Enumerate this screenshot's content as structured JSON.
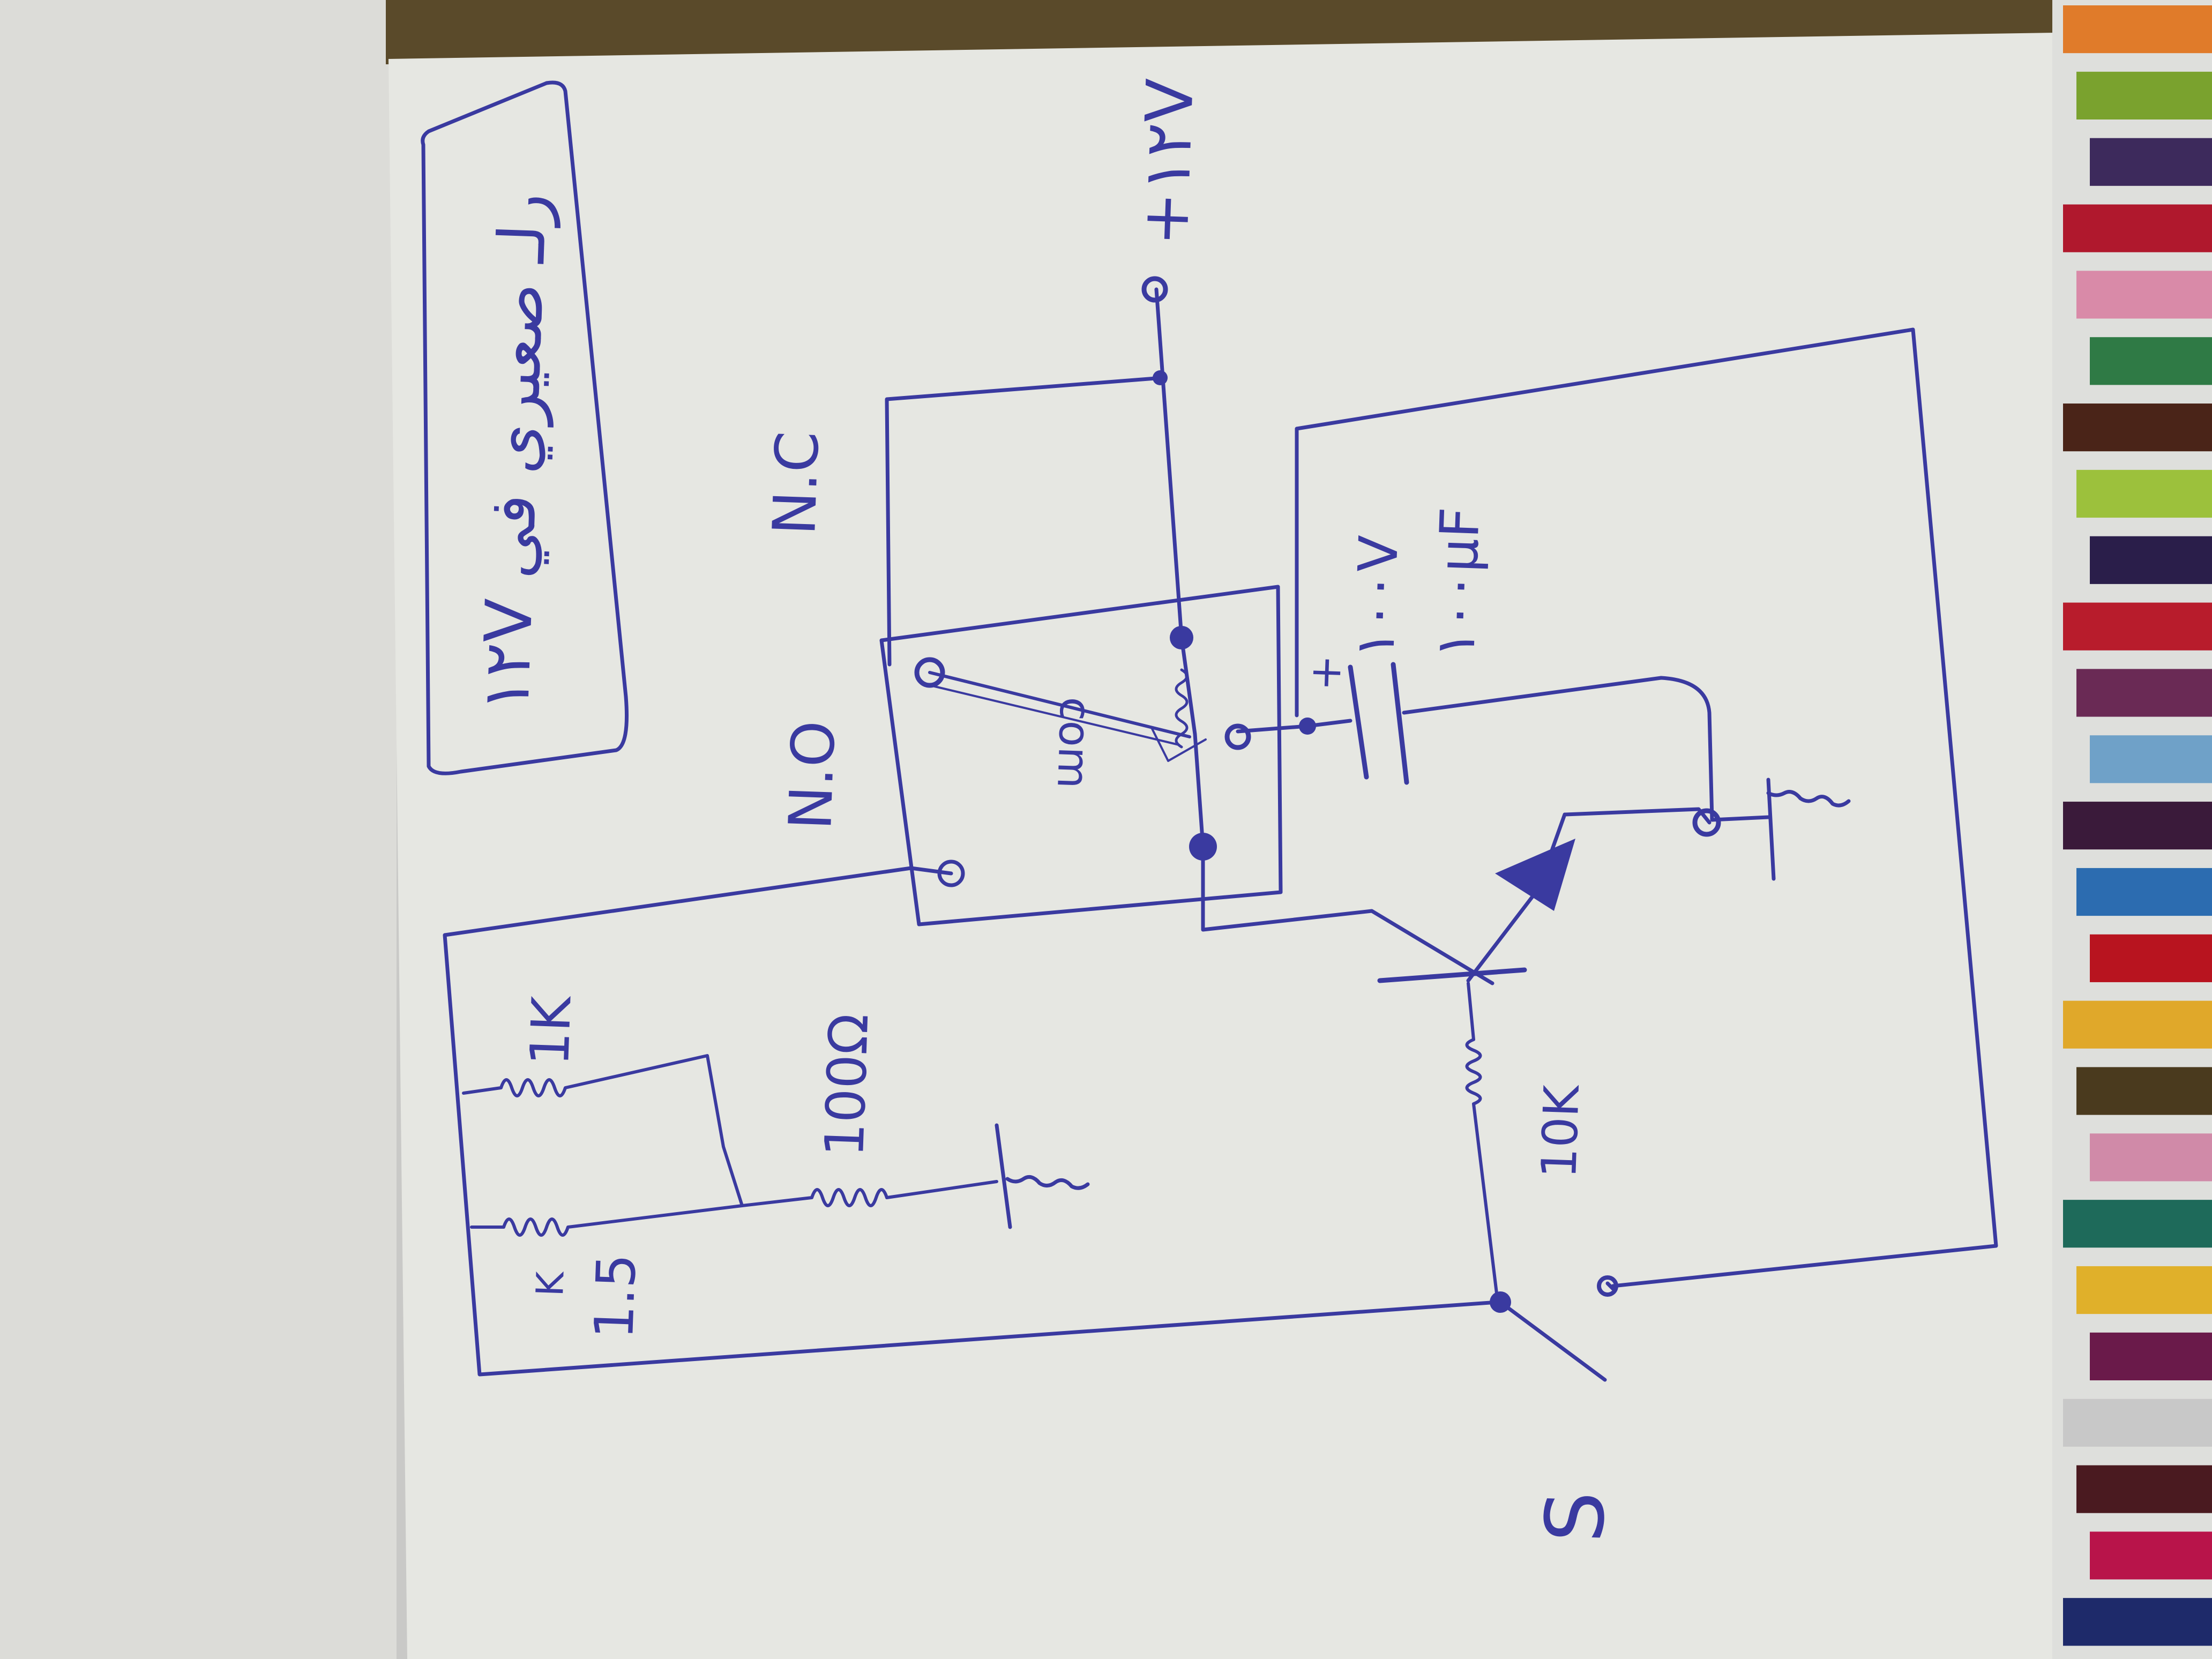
{
  "diagram": {
    "title_box": "١٢V رلـ صعيري في",
    "labels": {
      "nc": "N.C",
      "no": "N.O",
      "com": "com",
      "supply": "+١٢V",
      "cap_voltage": "١٠٠V",
      "cap_value": "١٠٠μF",
      "r_1k": "1K",
      "r_100": "100Ω",
      "r_1_5k_value": "1.5",
      "r_1_5k_unit": "K",
      "r_10k": "10K",
      "switch": "S",
      "cap_plus": "+"
    }
  },
  "colors": {
    "ink": "#3a3aa0",
    "paper": "#e7e8e3",
    "background": "#cfcfcd"
  },
  "color_strip": [
    "#e07b2a",
    "#7aa22e",
    "#3d2a5c",
    "#b0182d",
    "#d98aa8",
    "#2f7a45",
    "#4a2418",
    "#9cc13c",
    "#2a1e4a",
    "#b81c2c",
    "#6a2a55",
    "#6fa1c8",
    "#3a1a3a",
    "#2c6cb0",
    "#b8141f",
    "#e0a82a",
    "#4a3a1e",
    "#d08aa8",
    "#1e6a5a",
    "#e0b02a",
    "#6a1a4a",
    "#c8c8c8",
    "#4a1a20",
    "#b8144a",
    "#1e2a6a"
  ]
}
